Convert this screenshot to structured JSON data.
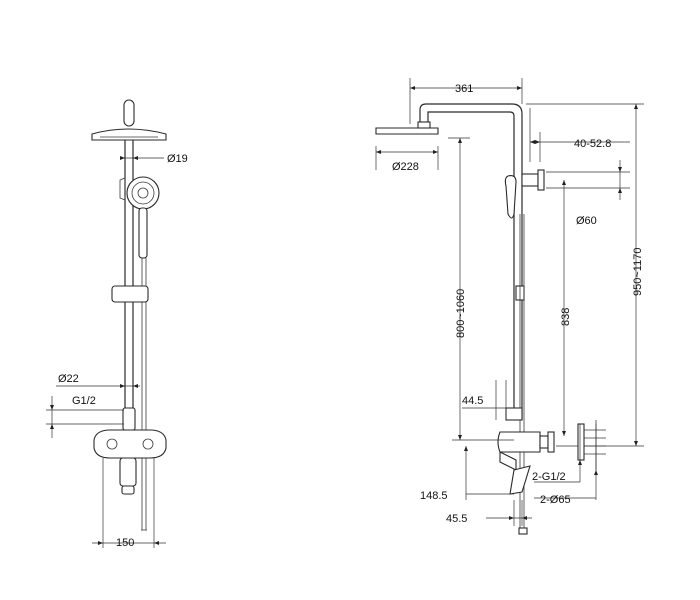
{
  "front_view": {
    "dim_head_pipe": "Ø19",
    "dim_column": "Ø22",
    "dim_thread": "G1/2",
    "dim_width": "150"
  },
  "side_view": {
    "dim_reach": "361",
    "dim_wall_offset": "40-52.8",
    "dim_head_diameter": "Ø228",
    "dim_bracket": "Ø60",
    "dim_head_height_range": "800~1060",
    "dim_bracket_height": "838",
    "dim_total_height": "950~1170",
    "dim_mixer_offset": "44.5",
    "dim_inlet_threads": "2-G1/2",
    "dim_spout_height": "148.5",
    "dim_escutcheons": "2-Ø65",
    "dim_spout_reach": "45.5"
  }
}
